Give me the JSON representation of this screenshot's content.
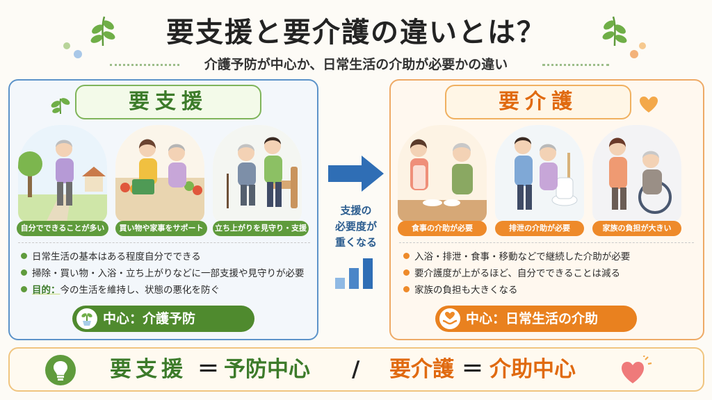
{
  "header": {
    "title": "要支援と要介護の違いとは？",
    "subtitle": "介護予防が中心か、日常生活の介助が必要かの違い"
  },
  "left": {
    "heading": "要支援",
    "captions": [
      "自分でできることが多い",
      "買い物や家事をサポート",
      "立ち上がりを見守り・支援"
    ],
    "bullets": [
      "日常生活の基本はある程度自分でできる",
      "掃除・買い物・入浴・立ち上がりなどに一部支援や見守りが必要"
    ],
    "goal_label": "目的：",
    "goal_text": "今の生活を維持し、状態の悪化を防ぐ",
    "center_label": "中心：介護予防",
    "accent": "#4f8a2e"
  },
  "middle": {
    "lines": [
      "支援の",
      "必要度が",
      "重くなる"
    ],
    "accent": "#2f6eb5"
  },
  "right": {
    "heading": "要介護",
    "captions": [
      "食事の介助が必要",
      "排泄の介助が必要",
      "家族の負担が大きい"
    ],
    "bullets": [
      "入浴・排泄・食事・移動などで継続した介助が必要",
      "要介護度が上がるほど、自分でできることは減る",
      "家族の負担も大きくなる"
    ],
    "center_label": "中心：日常生活の介助",
    "accent": "#e9811f"
  },
  "banner": {
    "left_term": "要支援",
    "left_equals": "＝",
    "left_value": "予防中心",
    "separator": "/",
    "right_term": "要介護",
    "right_equals": "＝",
    "right_value": "介助中心",
    "icons": [
      "lightbulb-icon",
      "heart-icon"
    ]
  }
}
